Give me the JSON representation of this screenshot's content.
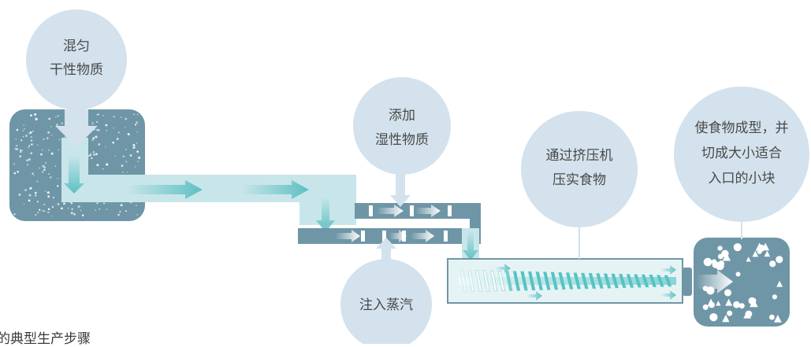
{
  "steps": {
    "mix_dry": {
      "line1": "混匀",
      "line2": "干性物质"
    },
    "add_wet": {
      "line1": "添加",
      "line2": "湿性物质"
    },
    "steam": {
      "line1": "注入蒸汽"
    },
    "extrude": {
      "line1": "通过挤压机",
      "line2": "压实食物"
    },
    "shape": {
      "line1": "使食物成型，并",
      "line2": "切成大小适合",
      "line3": "入口的小块"
    }
  },
  "caption": "的典型生产步骤",
  "colors": {
    "bubble": "#d3e2ec",
    "container": "#6f96a6",
    "pipe": "#c8e6ea",
    "arrow": "#5ec0c3",
    "screw": "#55c3c4",
    "barrel_fill": "#e6f3f5",
    "barrel_stroke": "#6f96a6"
  },
  "icons": [
    "flow-arrow-icon",
    "screw-auger-icon",
    "kibble-pieces-icon"
  ]
}
